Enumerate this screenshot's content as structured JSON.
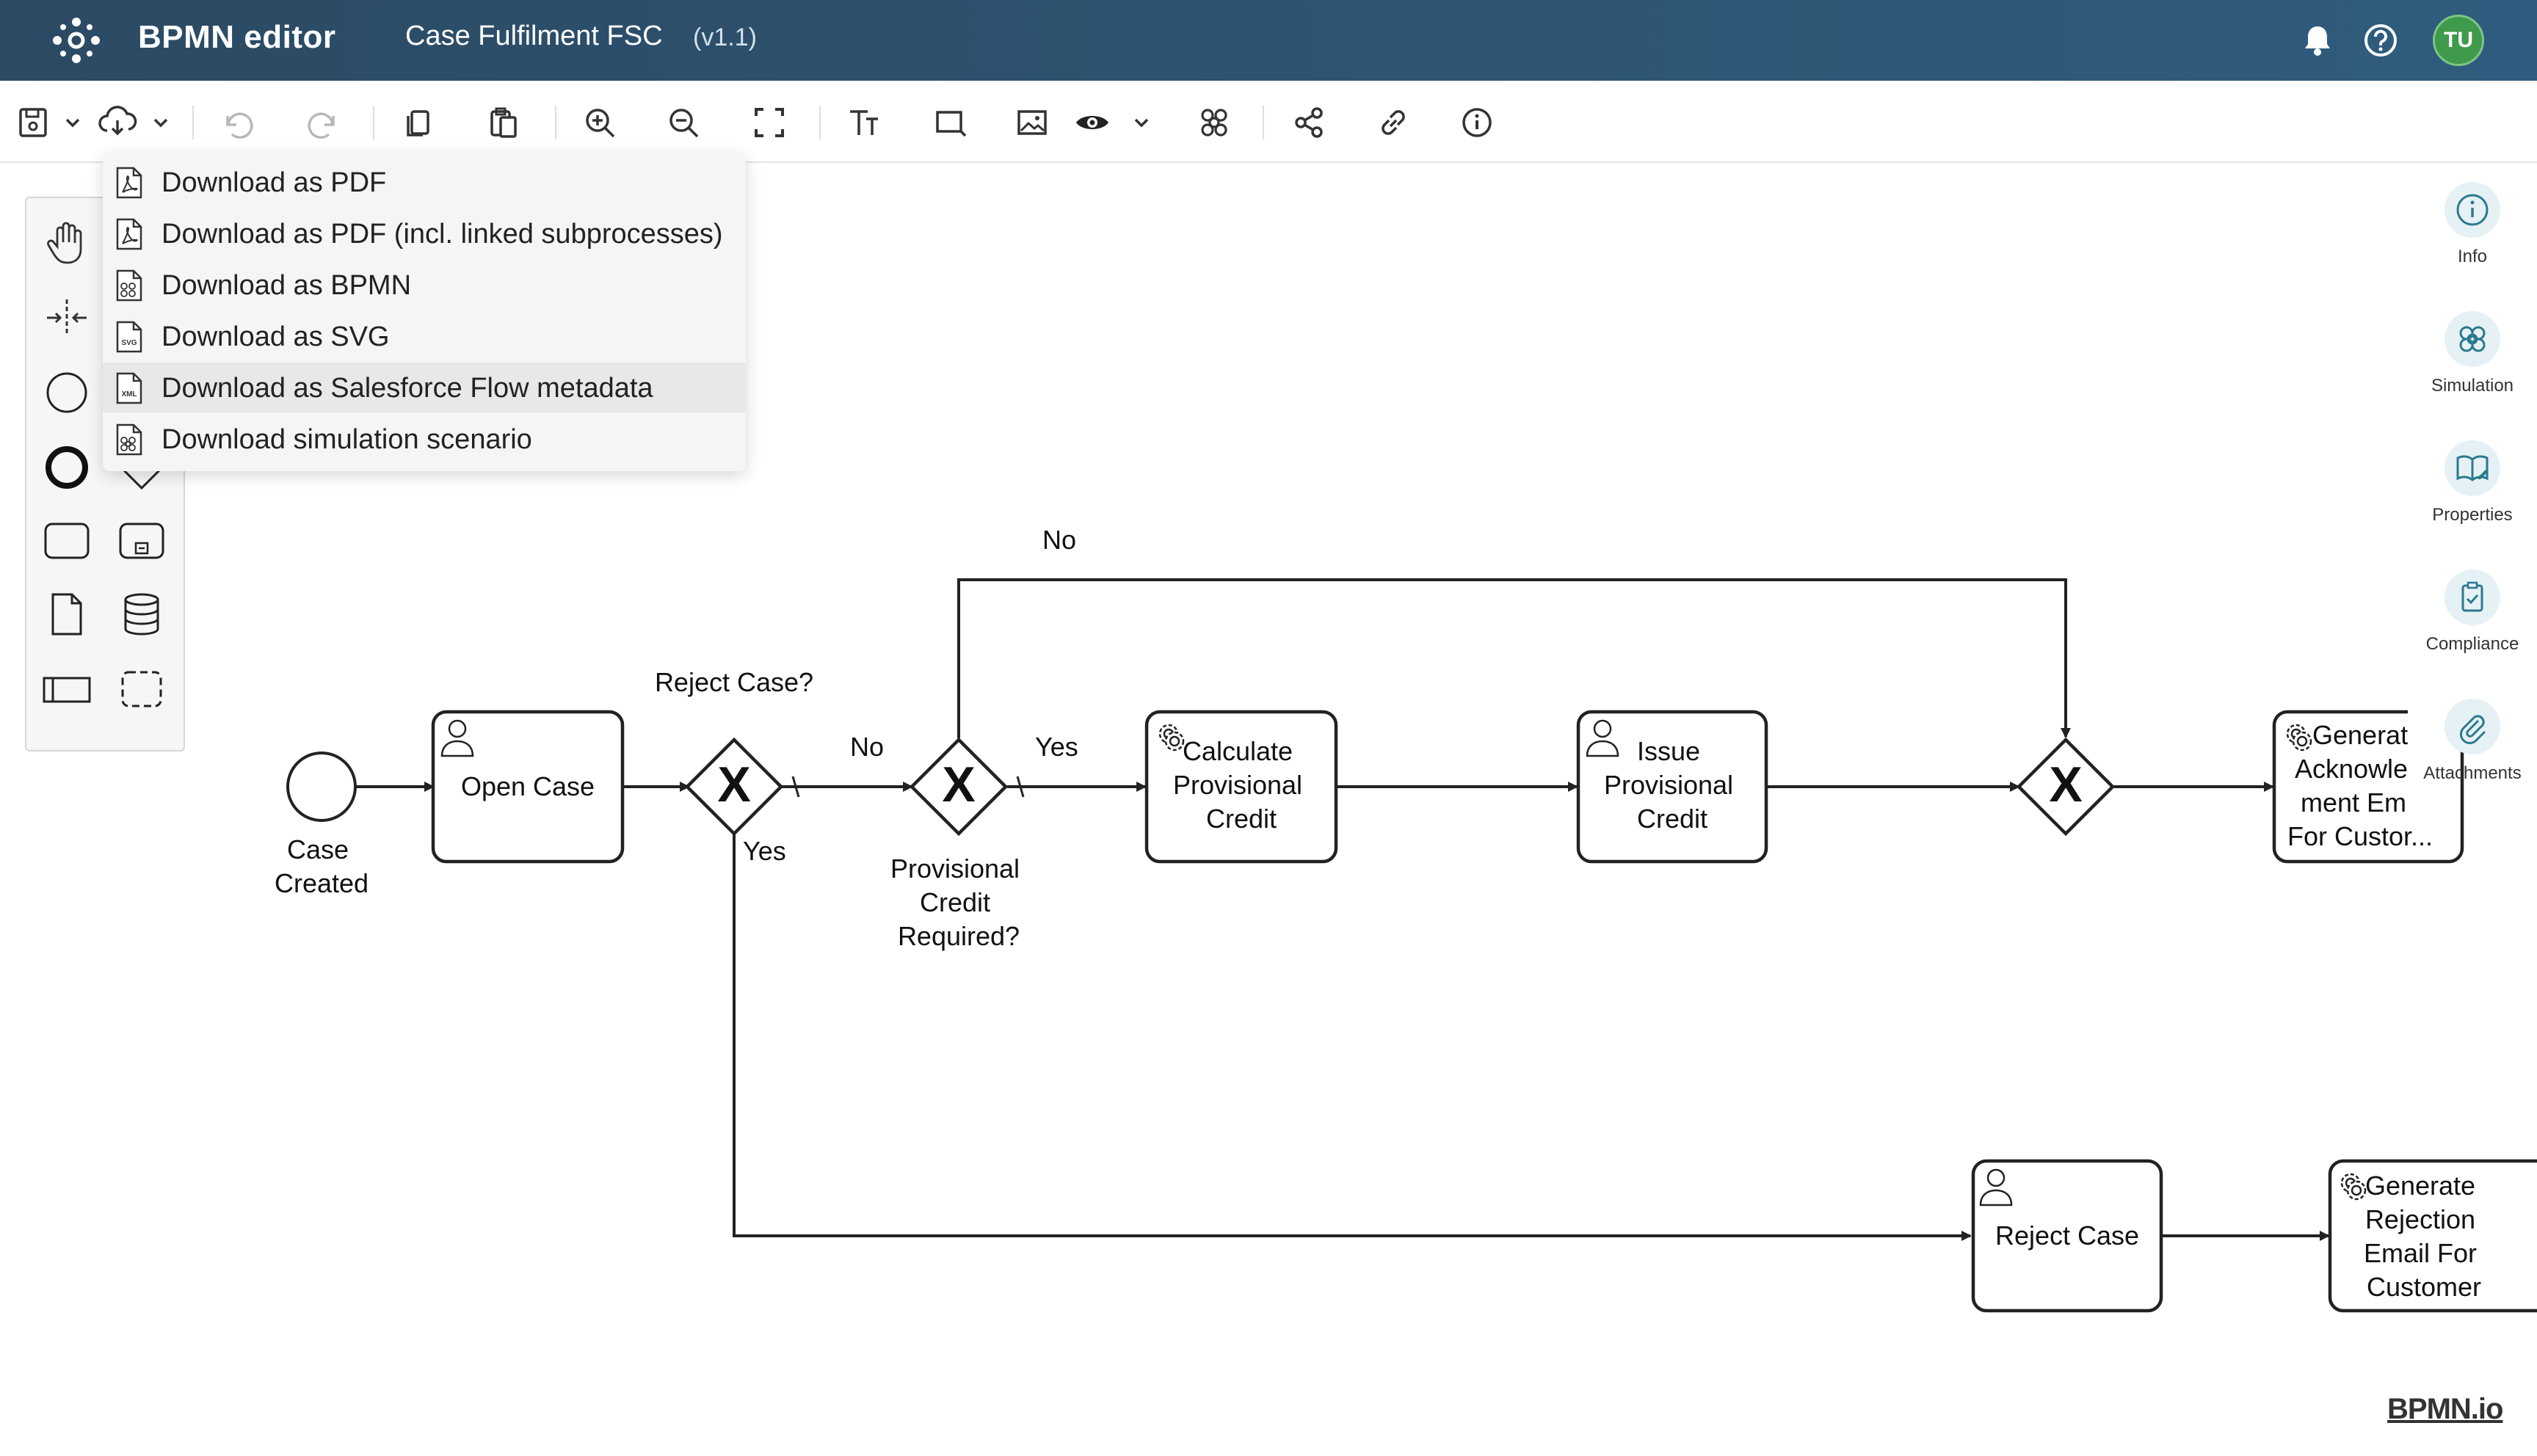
{
  "header": {
    "app_name": "BPMN editor",
    "doc_title": "Case Fulfilment FSC",
    "doc_version": "(v1.1)",
    "avatar_initials": "TU",
    "icons": [
      "bell-icon",
      "help-icon"
    ]
  },
  "toolbar": {
    "icons": [
      "save-icon",
      "chevron-down-icon",
      "download-icon",
      "chevron-down-icon",
      "undo-icon",
      "redo-icon",
      "copy-icon",
      "paste-icon",
      "zoom-in-icon",
      "zoom-out-icon",
      "fit-screen-icon",
      "text-size-icon",
      "frame-icon",
      "image-icon",
      "eye-icon",
      "chevron-down-icon",
      "simulation-icon",
      "share-icon",
      "link-icon",
      "info-icon"
    ]
  },
  "download_menu": {
    "items": [
      {
        "label": "Download as PDF",
        "icon": "pdf-file-icon"
      },
      {
        "label": "Download as PDF (incl. linked subprocesses)",
        "icon": "pdf-file-icon"
      },
      {
        "label": "Download as BPMN",
        "icon": "bpmn-file-icon"
      },
      {
        "label": "Download as SVG",
        "icon": "svg-file-icon"
      },
      {
        "label": "Download as Salesforce Flow metadata",
        "icon": "xml-file-icon"
      },
      {
        "label": "Download simulation scenario",
        "icon": "simulation-file-icon"
      }
    ],
    "highlighted_index": 4
  },
  "palette": {
    "tools": [
      "hand-tool",
      "space-tool",
      "start-event",
      "intermediate-event",
      "end-event",
      "gateway",
      "task",
      "subprocess",
      "data-object",
      "data-store",
      "pool",
      "group"
    ]
  },
  "right_panel": {
    "items": [
      {
        "label": "Info",
        "icon": "info-icon"
      },
      {
        "label": "Simulation",
        "icon": "simulation-icon"
      },
      {
        "label": "Properties",
        "icon": "book-icon"
      },
      {
        "label": "Compliance",
        "icon": "clipboard-icon"
      },
      {
        "label": "Attachments",
        "icon": "paperclip-icon"
      }
    ]
  },
  "diagram": {
    "start_event": [
      "Case",
      "Created"
    ],
    "open_case": "Open Case",
    "reject_gateway": "Reject Case?",
    "provisional_gateway": [
      "Provisional",
      "Credit",
      "Required?"
    ],
    "calc_task": [
      "Calculate",
      "Provisional",
      "Credit"
    ],
    "issue_task": [
      "Issue",
      "Provisional",
      "Credit"
    ],
    "ack_task": [
      "Generat",
      "Acknowle",
      "ment Em",
      "For Custor..."
    ],
    "reject_task": "Reject Case",
    "rejection_email": [
      "Generate",
      "Rejection",
      "Email For",
      "Customer"
    ],
    "flow_labels": {
      "no_1": "No",
      "yes_1": "Yes",
      "yes_2": "Yes",
      "no_top": "No"
    },
    "gateway_marker": "X"
  },
  "watermark": "BPMN.io",
  "colors": {
    "header_bg": "#2c4a63",
    "avatar_bg": "#3f9a4b",
    "panel_accent": "#2b7a8f"
  }
}
